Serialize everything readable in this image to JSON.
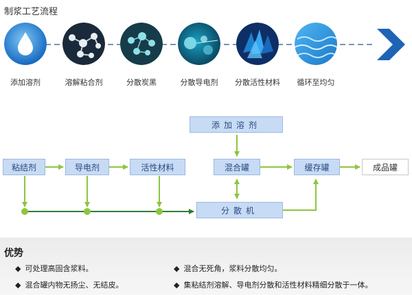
{
  "title": "制浆工艺流程",
  "steps": [
    {
      "label": "添加溶剂",
      "icon": "water-drop-icon"
    },
    {
      "label": "溶解粘合剂",
      "icon": "molecule-icon"
    },
    {
      "label": "分散炭黑",
      "icon": "particles-icon"
    },
    {
      "label": "分散导电剂",
      "icon": "cells-icon"
    },
    {
      "label": "分散活性材料",
      "icon": "crystal-icon"
    },
    {
      "label": "循环至均匀",
      "icon": "water-surface-icon"
    }
  ],
  "flow": {
    "solvent": "添加溶剂",
    "binder": "粘结剂",
    "conductive": "导电剂",
    "active": "活性材料",
    "mixer": "混合罐",
    "buffer": "缓存罐",
    "product": "成品罐",
    "disperser": "分散机"
  },
  "advantages": {
    "heading": "优势",
    "bullet": "◆",
    "items": [
      "可处理高固含浆料。",
      "混合无死角，浆料分散均匀。",
      "混合罐内物无扬尘、无结皮。",
      "集粘结剂溶解、导电剂分散和活性材料精细分散于一体。"
    ]
  },
  "colors": {
    "accent": "#1f6fc9",
    "box_fill": "#c7dbf5",
    "arrow": "#8cc63f",
    "arrow_dark": "#2e7d32"
  }
}
